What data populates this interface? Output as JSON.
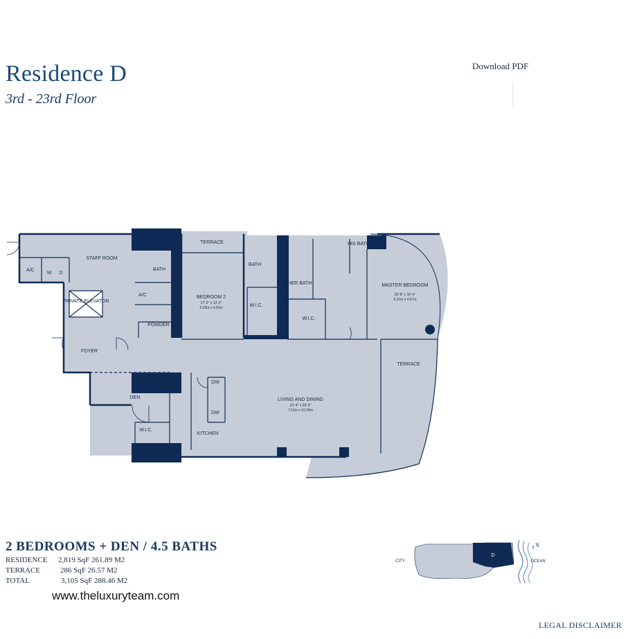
{
  "residence": {
    "title": "Residence D",
    "floors": "3rd - 23rd Floor"
  },
  "download_label": "Download PDF",
  "rooms": [
    {
      "name": "A/C"
    },
    {
      "name": "W"
    },
    {
      "name": "D"
    },
    {
      "name": "STAFF ROOM"
    },
    {
      "name": "BATH"
    },
    {
      "name": "A/C"
    },
    {
      "name": "POWDER"
    },
    {
      "name": "PRIVATE ELEVATOR"
    },
    {
      "name": "FOYER"
    },
    {
      "name": "DEN"
    },
    {
      "name": "W.I.C."
    },
    {
      "name": "TERRACE"
    },
    {
      "name": "BEDROOM 2",
      "dims_ft": "17'-2\" x 13'-2\"",
      "dims_m": "5.23m x 4.01m"
    },
    {
      "name": "BATH"
    },
    {
      "name": "W.I.C."
    },
    {
      "name": "HER BATH"
    },
    {
      "name": "W.I.C."
    },
    {
      "name": "HIS BATH"
    },
    {
      "name": "MASTER BEDROOM",
      "dims_ft": "20'-8\" x 15'-4\"",
      "dims_m": "6.31m x 4.67m"
    },
    {
      "name": "TERRACE"
    },
    {
      "name": "LIVING AND DINING",
      "dims_ft": "23'-4\" x 33'-0\"",
      "dims_m": "7.12m x 10.06m"
    },
    {
      "name": "KITCHEN"
    },
    {
      "name": "DW"
    },
    {
      "name": "DW"
    }
  ],
  "summary": {
    "headline": "2 BEDROOMS + DEN / 4.5 BATHS",
    "areas": [
      {
        "label": "RESIDENCE",
        "value": "2,819 SqF 261.89 M2"
      },
      {
        "label": "TERRACE",
        "value": "286 SqF 26.57 M2"
      },
      {
        "label": "TOTAL",
        "value": "3,105 SqF 288.46 M2"
      }
    ]
  },
  "website": "www.theluxuryteam.com",
  "keyplan": {
    "city": "CITY",
    "ocean": "OCEAN",
    "north": "N",
    "unit": "D"
  },
  "legal_label": "LEGAL DISCLAIMER",
  "colors": {
    "floor_fill": "#c6cdd9",
    "wall": "#0f2b55",
    "title": "#1b4a7a"
  }
}
